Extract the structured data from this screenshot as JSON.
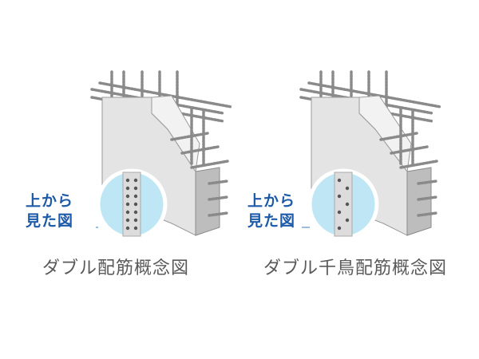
{
  "panels": [
    {
      "caption": "ダブル配筋概念図",
      "callout_line1": "上から",
      "callout_line2": "見た図",
      "rebar_pattern": "aligned"
    },
    {
      "caption": "ダブル千鳥配筋概念図",
      "callout_line1": "上から",
      "callout_line2": "見た図",
      "rebar_pattern": "staggered"
    }
  ],
  "colors": {
    "concrete_front": "#e4e4e4",
    "concrete_side": "#bdbdbd",
    "concrete_top": "#f2f2f2",
    "rebar": "#8a8a8a",
    "magnifier_fill": "#bfe6f5",
    "magnifier_ring": "#ffffff",
    "callout_text": "#1d5aa8",
    "caption_text": "#5a5a5a"
  }
}
